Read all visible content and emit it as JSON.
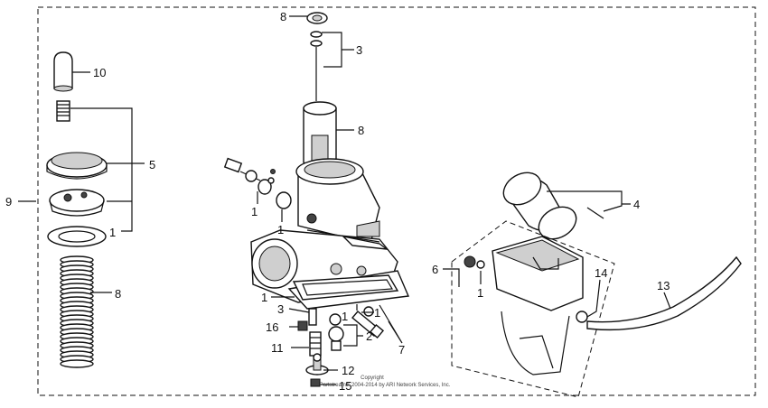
{
  "callouts": {
    "c10": "10",
    "c5": "5",
    "c9": "9",
    "c1_left": "1",
    "c8_spring": "8",
    "c8_top": "8",
    "c3_top": "3",
    "c8_slide": "8",
    "c1_a": "1",
    "c1_b": "1",
    "c1_c": "1",
    "c1_d": "1",
    "c1_e": "1",
    "c3_bottom": "3",
    "c16": "16",
    "c2": "2",
    "c11": "11",
    "c7": "7",
    "c12": "12",
    "c15": "15",
    "c4": "4",
    "c6": "6",
    "c1_bowl": "1",
    "c14": "14",
    "c13": "13"
  },
  "copyright": {
    "line1": "Copyright",
    "line2": "Partstream® 2004-2014 by ARI Network Services, Inc."
  }
}
